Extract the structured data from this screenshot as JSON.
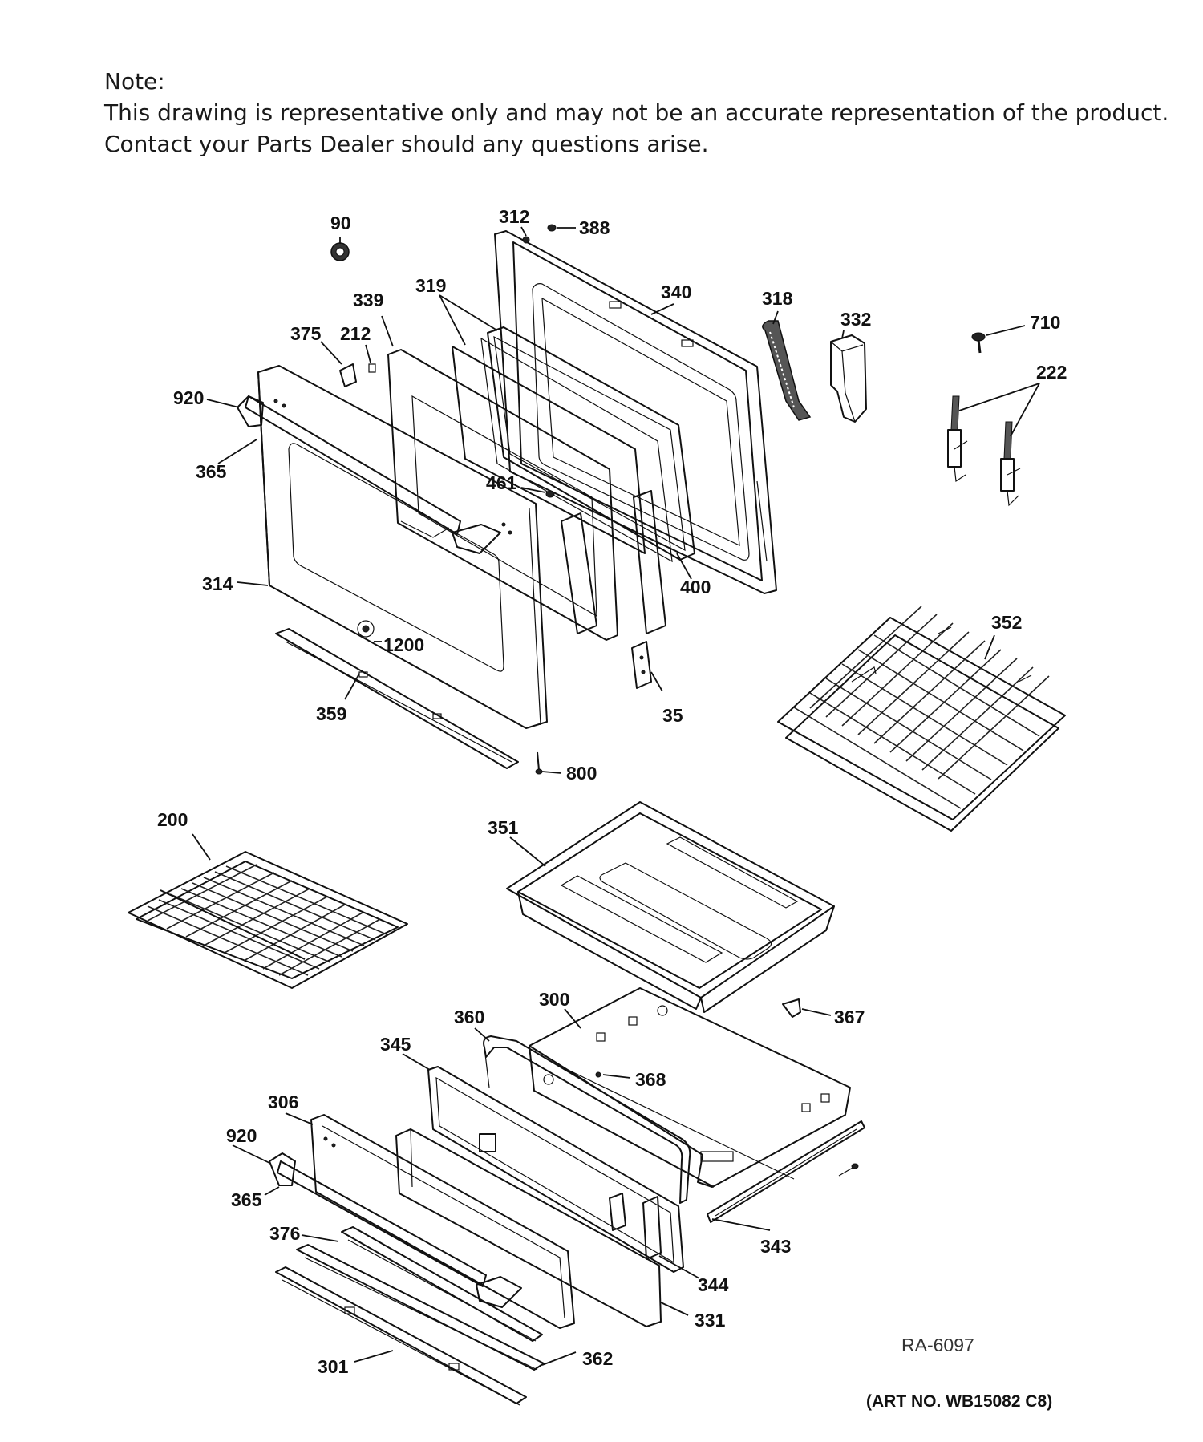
{
  "note": {
    "heading": "Note:",
    "line1": "This drawing is representative only and may not be an accurate representation of the product.",
    "line2": "Contact your Parts Dealer should any questions arise."
  },
  "parts": {
    "p90": "90",
    "p312": "312",
    "p388": "388",
    "p340": "340",
    "p318": "318",
    "p332": "332",
    "p710": "710",
    "p222": "222",
    "p319": "319",
    "p339": "339",
    "p375": "375",
    "p212": "212",
    "p920a": "920",
    "p365a": "365",
    "p461": "461",
    "p314": "314",
    "p1200": "1200",
    "p359": "359",
    "p400": "400",
    "p35": "35",
    "p800": "800",
    "p352": "352",
    "p200": "200",
    "p351": "351",
    "p367": "367",
    "p300": "300",
    "p360": "360",
    "p368": "368",
    "p345": "345",
    "p306": "306",
    "p920b": "920",
    "p365b": "365",
    "p376": "376",
    "p343": "343",
    "p344": "344",
    "p331": "331",
    "p362": "362",
    "p301": "301"
  },
  "ref_code": "RA-6097",
  "art_no": "(ART NO. WB15082 C8)"
}
